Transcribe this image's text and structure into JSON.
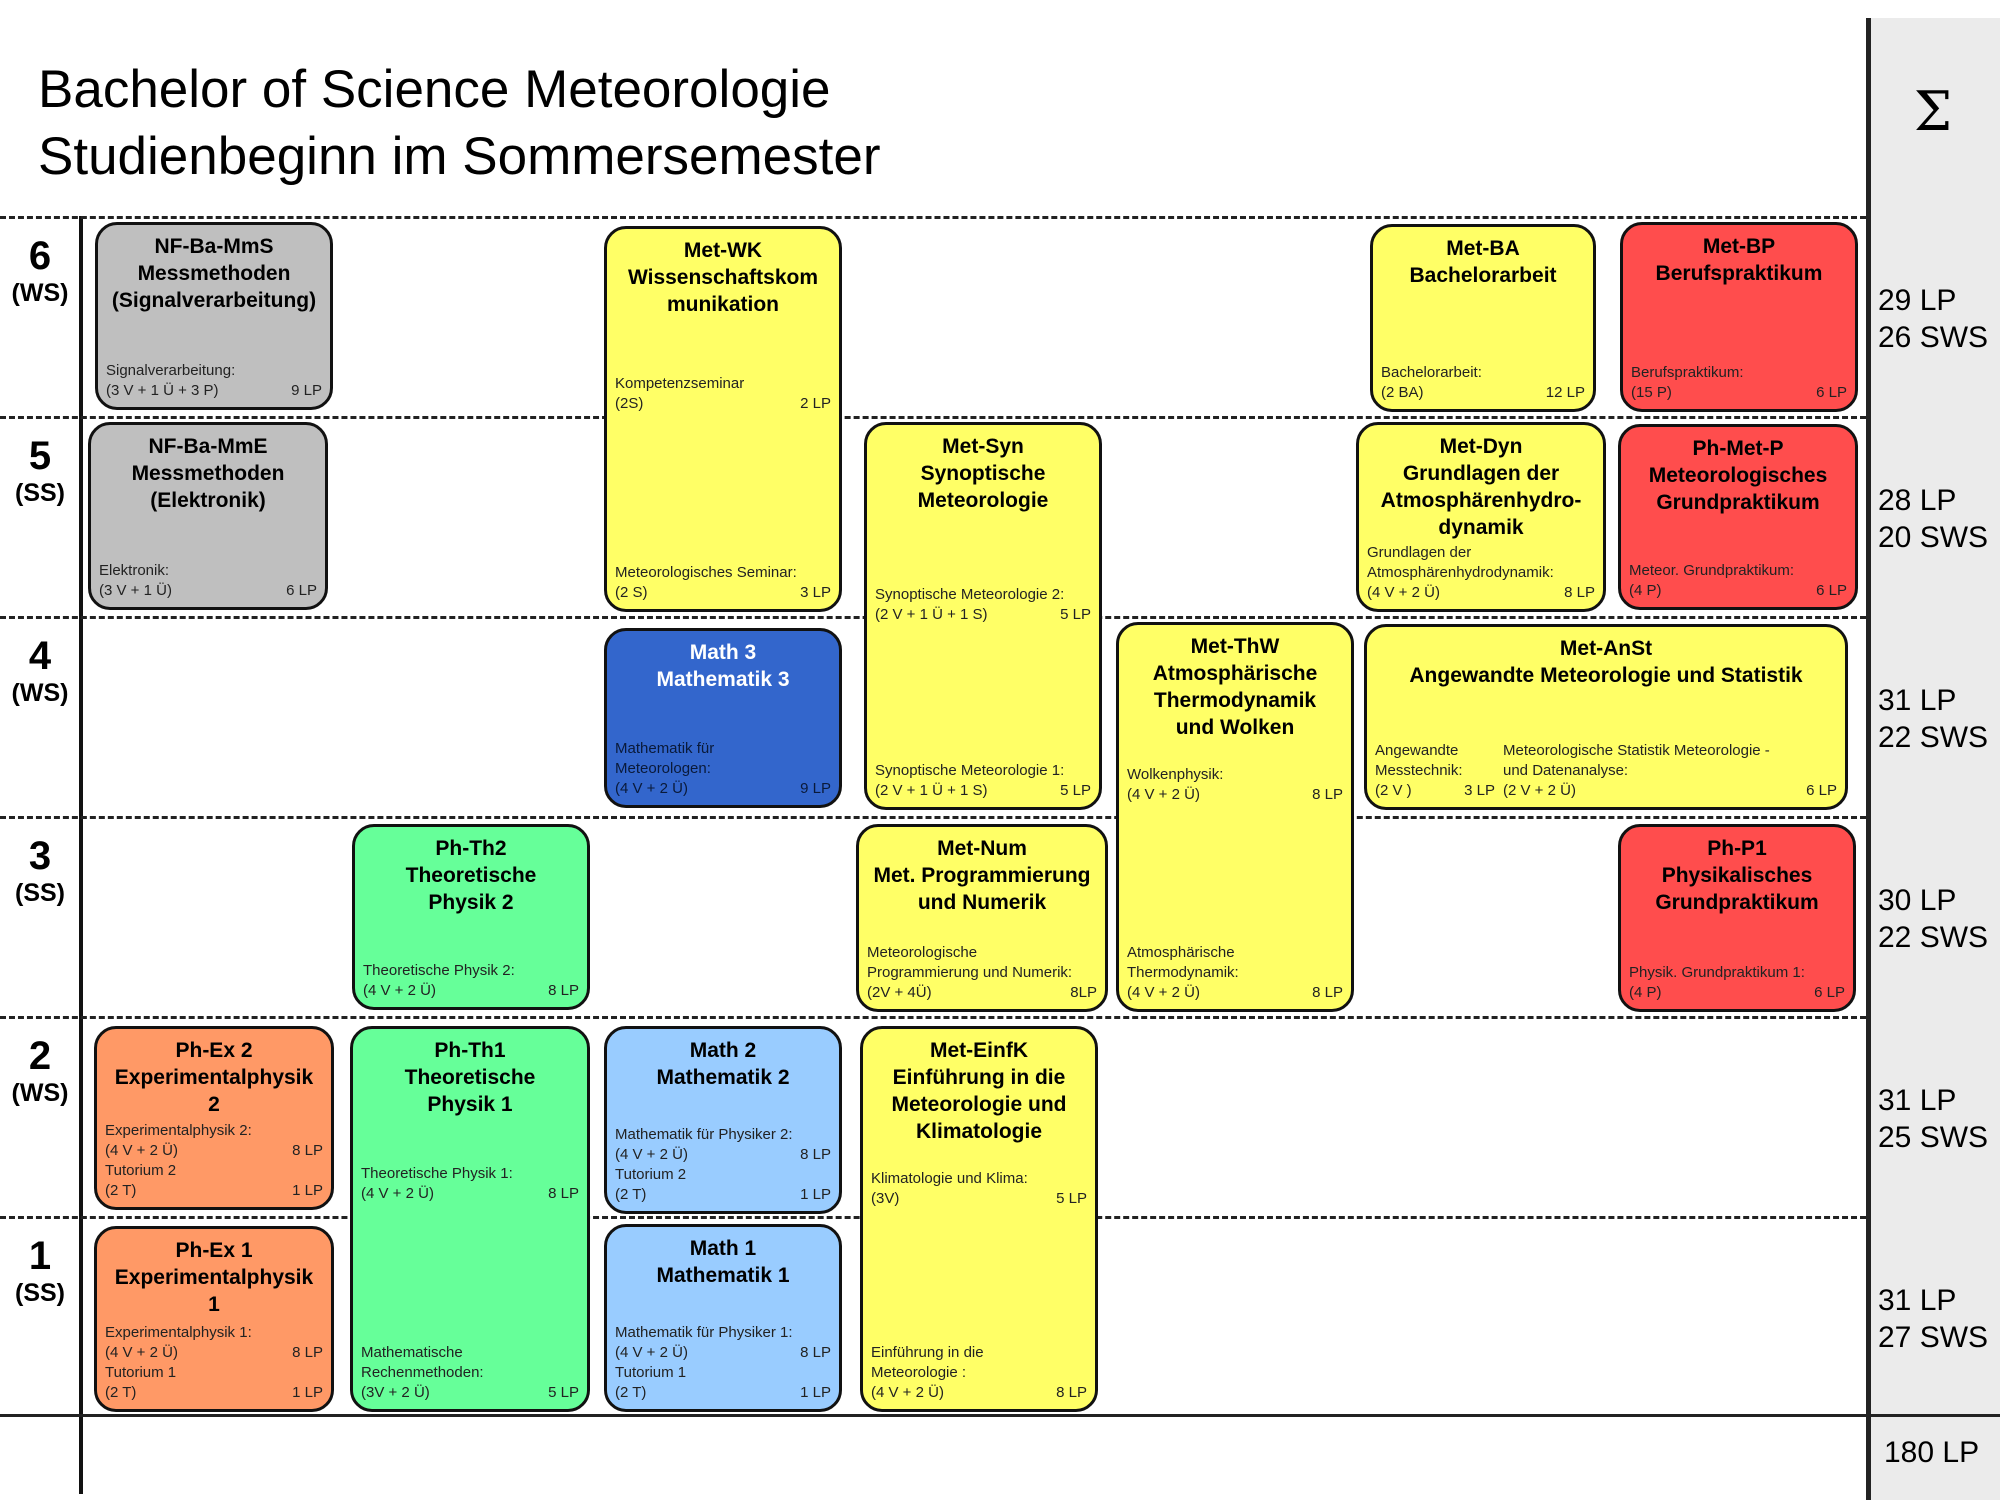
{
  "title": {
    "line1": "Bachelor of Science Meteorologie",
    "line2": "Studienbeginn im Sommersemester"
  },
  "sum_header": "Σ",
  "semesters": [
    {
      "num": "6",
      "term": "(WS)",
      "lp": "29 LP",
      "sws": "26 SWS"
    },
    {
      "num": "5",
      "term": "(SS)",
      "lp": "28 LP",
      "sws": "20 SWS"
    },
    {
      "num": "4",
      "term": "(WS)",
      "lp": "31 LP",
      "sws": "22 SWS"
    },
    {
      "num": "3",
      "term": "(SS)",
      "lp": "30 LP",
      "sws": "22 SWS"
    },
    {
      "num": "2",
      "term": "(WS)",
      "lp": "31 LP",
      "sws": "25 SWS"
    },
    {
      "num": "1",
      "term": "(SS)",
      "lp": "31 LP",
      "sws": "27 SWS"
    }
  ],
  "total": "180 LP",
  "colors": {
    "gray": "#bfbfbf",
    "yellow": "#ffff66",
    "red": "#ff4d4d",
    "green": "#66ff99",
    "orange": "#ff9966",
    "light_blue": "#99ccff",
    "dark_blue": "#3366cc"
  },
  "modules": [
    {
      "code": "NF-Ba-MmS",
      "title": [
        "Messmethoden",
        "(Signalverarbeitung)"
      ],
      "color": "#bfbfbf",
      "details": [
        {
          "text": "Signalverarbeitung:",
          "credit": ""
        },
        {
          "text": "(3 V + 1 Ü + 3 P)",
          "credit": "9 LP"
        }
      ]
    },
    {
      "code": "NF-Ba-MmE",
      "title": [
        "Messmethoden",
        "(Elektronik)"
      ],
      "color": "#bfbfbf",
      "details": [
        {
          "text": "Elektronik:",
          "credit": ""
        },
        {
          "text": "(3 V + 1 Ü)",
          "credit": "6 LP"
        }
      ]
    },
    {
      "code": "Met-WK",
      "title": [
        "Wissenschaftskom",
        "munikation"
      ],
      "color": "#ffff66",
      "details": [
        {
          "text": "Kompetenzseminar",
          "credit": ""
        },
        {
          "text": "(2S)",
          "credit": "2 LP"
        }
      ],
      "details2": [
        {
          "text": "Meteorologisches Seminar:",
          "credit": ""
        },
        {
          "text": "(2 S)",
          "credit": "3 LP"
        }
      ]
    },
    {
      "code": "Met-BA",
      "title": [
        "Bachelorarbeit"
      ],
      "color": "#ffff66",
      "details": [
        {
          "text": "Bachelorarbeit:",
          "credit": ""
        },
        {
          "text": "(2 BA)",
          "credit": "12 LP"
        }
      ]
    },
    {
      "code": "Met-BP",
      "title": [
        "Berufspraktikum"
      ],
      "color": "#ff4d4d",
      "details": [
        {
          "text": "Berufspraktikum:",
          "credit": ""
        },
        {
          "text": "(15 P)",
          "credit": "6 LP"
        }
      ]
    },
    {
      "code": "Met-Syn",
      "title": [
        "Synoptische",
        "Meteorologie"
      ],
      "color": "#ffff66",
      "details": [
        {
          "text": "Synoptische Meteorologie 2:",
          "credit": ""
        },
        {
          "text": "(2 V + 1 Ü + 1 S)",
          "credit": "5 LP"
        }
      ],
      "details2": [
        {
          "text": "Synoptische Meteorologie 1:",
          "credit": ""
        },
        {
          "text": "(2 V + 1 Ü + 1 S)",
          "credit": "5 LP"
        }
      ]
    },
    {
      "code": "Met-Dyn",
      "title": [
        "Grundlagen der",
        "Atmosphärenhydro-",
        "dynamik"
      ],
      "color": "#ffff66",
      "details": [
        {
          "text": "Grundlagen der",
          "credit": ""
        },
        {
          "text": "Atmosphärenhydrodynamik:",
          "credit": ""
        },
        {
          "text": "(4 V + 2 Ü)",
          "credit": "8 LP"
        }
      ]
    },
    {
      "code": "Ph-Met-P",
      "title": [
        "Meteorologisches",
        "Grundpraktikum"
      ],
      "color": "#ff4d4d",
      "details": [
        {
          "text": "Meteor. Grundpraktikum:",
          "credit": ""
        },
        {
          "text": "(4 P)",
          "credit": "6 LP"
        }
      ]
    },
    {
      "code": "Math 3",
      "title": [
        "Mathematik 3"
      ],
      "color": "#3366cc",
      "details": [
        {
          "text": "Mathematik für",
          "credit": ""
        },
        {
          "text": "Meteorologen:",
          "credit": ""
        },
        {
          "text": "(4 V + 2 Ü)",
          "credit": "9 LP"
        }
      ]
    },
    {
      "code": "Met-ThW",
      "title": [
        "Atmosphärische",
        "Thermodynamik",
        "und Wolken"
      ],
      "color": "#ffff66",
      "details": [
        {
          "text": "Wolkenphysik:",
          "credit": ""
        },
        {
          "text": "(4 V + 2 Ü)",
          "credit": "8 LP"
        }
      ],
      "details2": [
        {
          "text": "Atmosphärische",
          "credit": ""
        },
        {
          "text": "Thermodynamik:",
          "credit": ""
        },
        {
          "text": "(4 V + 2 Ü)",
          "credit": "8 LP"
        }
      ]
    },
    {
      "code": "Met-AnSt",
      "title": [
        "Angewandte Meteorologie und Statistik"
      ],
      "color": "#ffff66",
      "details": [
        {
          "text": "Angewandte",
          "credit": ""
        },
        {
          "text": "Messtechnik:",
          "credit": ""
        },
        {
          "text": "(2 V )",
          "credit": "3 LP"
        }
      ],
      "details2": [
        {
          "text": "Meteorologische Statistik Meteorologie -",
          "credit": ""
        },
        {
          "text": "und Datenanalyse:",
          "credit": ""
        },
        {
          "text": "(2 V + 2 Ü)",
          "credit": "6 LP"
        }
      ]
    },
    {
      "code": "Ph-Th2",
      "title": [
        "Theoretische",
        "Physik 2"
      ],
      "color": "#66ff99",
      "details": [
        {
          "text": "Theoretische Physik 2:",
          "credit": ""
        },
        {
          "text": "(4 V + 2 Ü)",
          "credit": "8 LP"
        }
      ]
    },
    {
      "code": "Met-Num",
      "title": [
        "Met. Programmierung",
        "und Numerik"
      ],
      "color": "#ffff66",
      "details": [
        {
          "text": "Meteorologische",
          "credit": ""
        },
        {
          "text": "Programmierung und Numerik:",
          "credit": ""
        },
        {
          "text": "(2V + 4Ü)",
          "credit": "8LP"
        }
      ]
    },
    {
      "code": "Ph-P1",
      "title": [
        "Physikalisches",
        "Grundpraktikum"
      ],
      "color": "#ff4d4d",
      "details": [
        {
          "text": "Physik. Grundpraktikum 1:",
          "credit": ""
        },
        {
          "text": "(4 P)",
          "credit": "6 LP"
        }
      ]
    },
    {
      "code": "Ph-Ex 2",
      "title": [
        "Experimentalphysik",
        "2"
      ],
      "color": "#ff9966",
      "details": [
        {
          "text": "Experimentalphysik 2:",
          "credit": ""
        },
        {
          "text": "(4 V + 2 Ü)",
          "credit": "8 LP"
        },
        {
          "text": "Tutorium 2",
          "credit": ""
        },
        {
          "text": "(2 T)",
          "credit": "1 LP"
        }
      ]
    },
    {
      "code": "Ph-Th1",
      "title": [
        "Theoretische",
        "Physik 1"
      ],
      "color": "#66ff99",
      "details": [
        {
          "text": "Theoretische Physik 1:",
          "credit": ""
        },
        {
          "text": "(4 V + 2 Ü)",
          "credit": "8 LP"
        }
      ],
      "details2": [
        {
          "text": "Mathematische",
          "credit": ""
        },
        {
          "text": "Rechenmethoden:",
          "credit": ""
        },
        {
          "text": "(3V + 2 Ü)",
          "credit": "5 LP"
        }
      ]
    },
    {
      "code": "Math 2",
      "title": [
        "Mathematik 2"
      ],
      "color": "#99ccff",
      "details": [
        {
          "text": "Mathematik für Physiker 2:",
          "credit": ""
        },
        {
          "text": "(4 V + 2 Ü)",
          "credit": "8 LP"
        },
        {
          "text": "Tutorium 2",
          "credit": ""
        },
        {
          "text": "(2 T)",
          "credit": "1 LP"
        }
      ]
    },
    {
      "code": "Met-EinfK",
      "title": [
        "Einführung in die",
        "Meteorologie und",
        "Klimatologie"
      ],
      "color": "#ffff66",
      "details": [
        {
          "text": "Klimatologie und Klima:",
          "credit": ""
        },
        {
          "text": "(3V)",
          "credit": "5 LP"
        }
      ],
      "details2": [
        {
          "text": "Einführung in die",
          "credit": ""
        },
        {
          "text": "Meteorologie :",
          "credit": ""
        },
        {
          "text": "(4 V + 2 Ü)",
          "credit": "8 LP"
        }
      ]
    },
    {
      "code": "Ph-Ex 1",
      "title": [
        "Experimentalphysik",
        "1"
      ],
      "color": "#ff9966",
      "details": [
        {
          "text": "Experimentalphysik 1:",
          "credit": ""
        },
        {
          "text": "(4 V + 2 Ü)",
          "credit": "8 LP"
        },
        {
          "text": "Tutorium 1",
          "credit": ""
        },
        {
          "text": "(2 T)",
          "credit": "1 LP"
        }
      ]
    },
    {
      "code": "Math 1",
      "title": [
        "Mathematik 1"
      ],
      "color": "#99ccff",
      "details": [
        {
          "text": "Mathematik für Physiker 1:",
          "credit": ""
        },
        {
          "text": "(4 V + 2 Ü)",
          "credit": "8 LP"
        },
        {
          "text": "Tutorium 1",
          "credit": ""
        },
        {
          "text": "(2 T)",
          "credit": "1 LP"
        }
      ]
    }
  ]
}
